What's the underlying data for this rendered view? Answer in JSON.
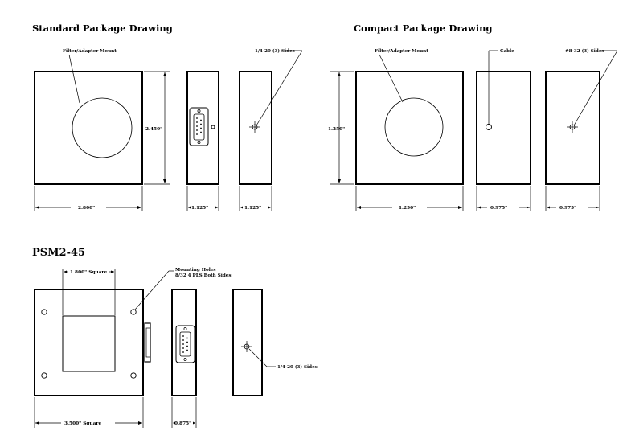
{
  "standard": {
    "title": "Standard Package Drawing",
    "mount_label": "Filter/Adapter Mount",
    "sides_label": "1/4-20 (3) Sides",
    "height_dim": "2.450\"",
    "width_dim": "2.800\"",
    "depth_dim_1": "1.125\"",
    "depth_dim_2": "1.125\""
  },
  "compact": {
    "title": "Compact Package Drawing",
    "mount_label": "Filter/Adapter Mount",
    "cable_label": "Cable",
    "sides_label": "#8-32 (3) Sides",
    "height_dim": "1.250\"",
    "width_dim": "1.250\"",
    "depth_dim_1": "0.975\"",
    "depth_dim_2": "0.975\""
  },
  "psm": {
    "title": "PSM2-45",
    "square_dim": "1.800\" Square",
    "holes_label_1": "Mounting Holes",
    "holes_label_2": "8/32 4 PLS Both Sides",
    "width_dim": "3.500\" Square",
    "depth_dim": "0.875\"",
    "sides_label": "1/4-20 (3) Sides"
  }
}
